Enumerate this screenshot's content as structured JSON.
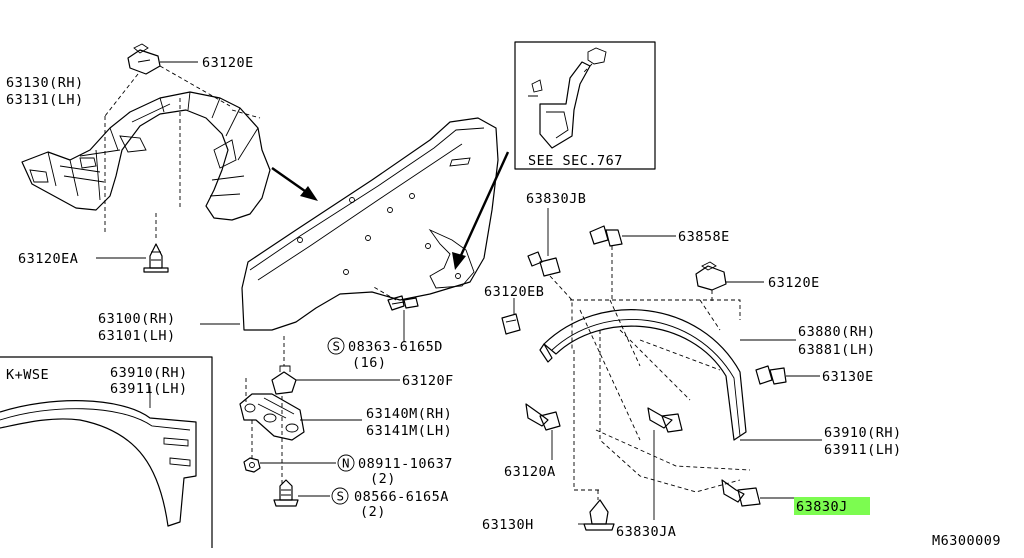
{
  "diagram": {
    "highlight_color": "#7CFC50",
    "labels": {
      "p63120E_top": "63120E",
      "p63130RH": "63130(RH)",
      "p63131LH": "63131(LH)",
      "p63120EA": "63120EA",
      "see_sec": "SEE SEC.767",
      "p63830JB": "63830JB",
      "p63858E": "63858E",
      "p63120E_right": "63120E",
      "p63120EB": "63120EB",
      "p63100RH": "63100(RH)",
      "p63101LH": "63101(LH)",
      "s08363": "08363-6165D",
      "s08363_qty": "(16)",
      "p63880RH": "63880(RH)",
      "p63881LH": "63881(LH)",
      "p63120F": "63120F",
      "p63130E": "63130E",
      "kwse": "K+WSE",
      "p63910RH_inset": "63910(RH)",
      "p63911LH_inset": "63911(LH)",
      "p63140M": "63140M(RH)",
      "p63141M": "63141M(LH)",
      "p63910RH": "63910(RH)",
      "p63911LH": "63911(LH)",
      "n08911": "08911-10637",
      "n08911_qty": "(2)",
      "p63120A": "63120A",
      "s08566": "08566-6165A",
      "s08566_qty": "(2)",
      "p63830J": "63830J",
      "p63130H": "63130H",
      "p63830JA": "63830JA",
      "code": "M6300009",
      "circle_s": "S",
      "circle_n": "N"
    }
  }
}
